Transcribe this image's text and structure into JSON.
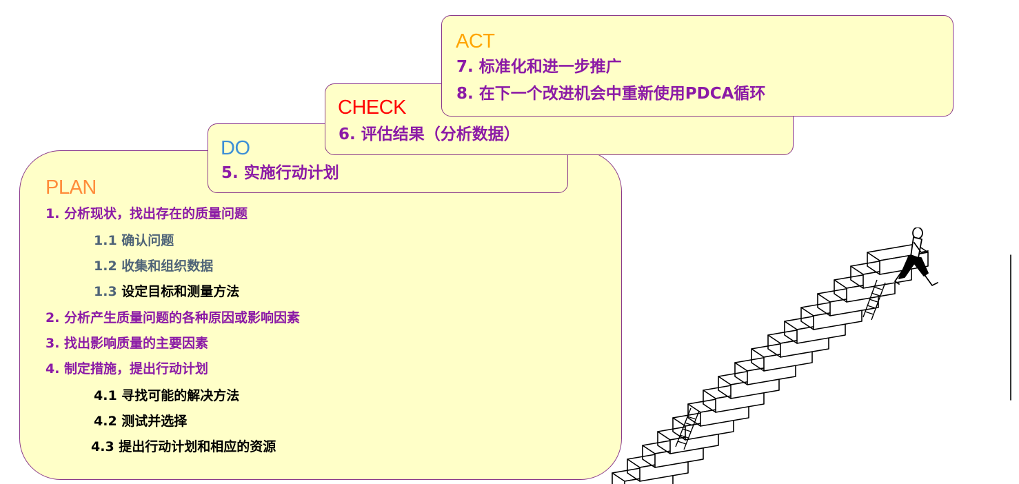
{
  "colors": {
    "box_fill": "#ffffc8",
    "box_border": "#8b3a8b",
    "plan": "#ff8c3a",
    "do": "#3d8fd6",
    "check": "#ff0000",
    "act": "#ffa500",
    "item": "#8b1aa6",
    "subitem_muted": "#4f6478",
    "subitem_dark": "#000000"
  },
  "act": {
    "title": "ACT",
    "items": [
      "7. 标准化和进一步推广",
      "8. 在下一个改进机会中重新使用PDCA循环"
    ]
  },
  "check": {
    "title": "CHECK",
    "items": [
      "6. 评估结果（分析数据）"
    ]
  },
  "do": {
    "title": "DO",
    "items": [
      "5. 实施行动计划"
    ]
  },
  "plan": {
    "title": "PLAN",
    "items": [
      {
        "text": "1. 分析现状，找出存在的质量问题"
      },
      {
        "text": "1.1 确认问题"
      },
      {
        "text": "1.2 收集和组织数据"
      },
      {
        "num": "1.3",
        "text": "设定目标和测量方法"
      },
      {
        "text": "2. 分析产生质量问题的各种原因或影响因素"
      },
      {
        "text": "3. 找出影响质量的主要因素"
      },
      {
        "text": "4. 制定措施，提出行动计划"
      },
      {
        "text": "4.1 寻找可能的解决方法"
      },
      {
        "text": "4.2 测试并选择"
      },
      {
        "text": "4.3 提出行动计划和相应的资源"
      }
    ]
  },
  "illustration": "stick-figure-climbing-staircase"
}
